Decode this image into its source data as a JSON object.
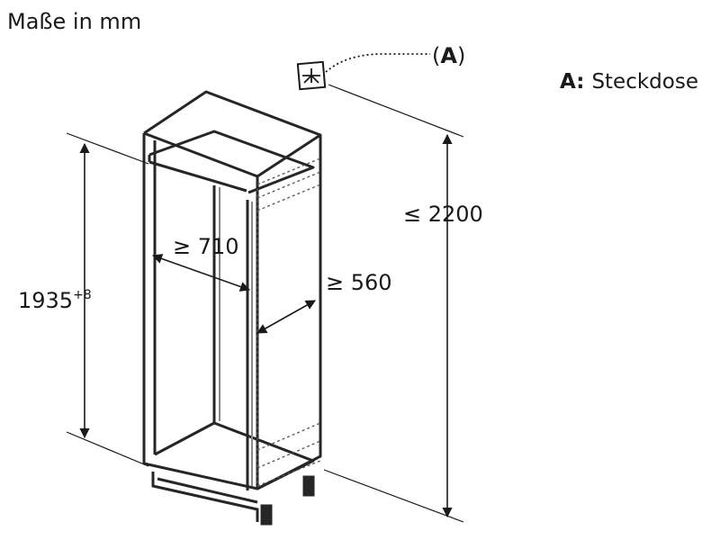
{
  "header": {
    "units_label": "Maße in mm"
  },
  "legend": {
    "key": "A:",
    "text": "Steckdose"
  },
  "socket_callout": {
    "open": "(",
    "letter": "A",
    "close": ")"
  },
  "dimensions": {
    "height_niche": {
      "value": "1935",
      "tolerance": "+8"
    },
    "height_ceiling": {
      "value": "≤ 2200"
    },
    "width": {
      "value": "≥ 710"
    },
    "depth": {
      "value": "≥ 560"
    }
  },
  "colors": {
    "line": "#1a1a1a",
    "outline": "#262626",
    "dashed": "#555555",
    "inner_shade": "#e0e0e0"
  }
}
